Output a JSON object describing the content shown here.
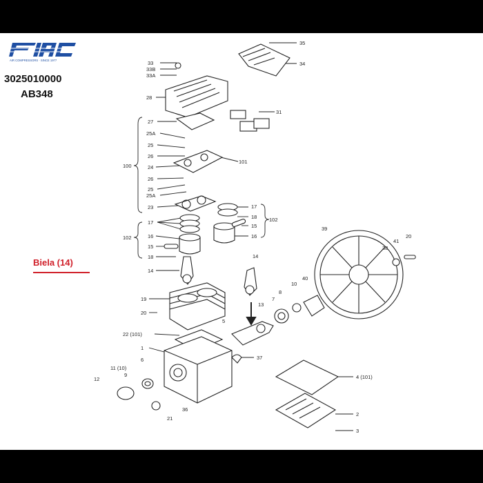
{
  "header": {
    "brand": "fiac",
    "brand_tagline": "AIR COMPRESSORS · SINCE 1977",
    "part_number": "3025010000",
    "model": "AB348"
  },
  "highlight_label": "Biela (14)",
  "callouts": {
    "c35": "35",
    "c34": "34",
    "c33": "33",
    "c33b": "33B",
    "c33a": "33A",
    "c28": "28",
    "c31": "31",
    "c27": "27",
    "c25a_top": "25A",
    "c25_top": "25",
    "c26_top": "26",
    "c100": "100",
    "c24": "24",
    "c101_mid": "101",
    "c26_bot": "26",
    "c25_bot": "25",
    "c25a_bot": "25A",
    "c23": "23",
    "c17_right": "17",
    "c18_right": "18",
    "c15_right": "15",
    "c16_right": "16",
    "c102_right": "102",
    "c17_left": "17",
    "c15_left": "15",
    "c102_left": "102",
    "c16_left": "16",
    "c18_left": "18",
    "c14_left": "14",
    "c14_right": "14",
    "c39": "39",
    "c38": "38",
    "c41": "41",
    "c20_right": "20",
    "c19": "19",
    "c20_left": "20",
    "c8": "8",
    "c10": "10",
    "c40": "40",
    "c13": "13",
    "c7": "7",
    "c5": "5",
    "c22": "22 (101)",
    "c1": "1",
    "c37": "37",
    "c11": "11 (10)",
    "c6": "6",
    "c12": "12",
    "c9": "9",
    "c4": "4 (101)",
    "c36": "36",
    "c21": "21",
    "c2": "2",
    "c3": "3"
  }
}
